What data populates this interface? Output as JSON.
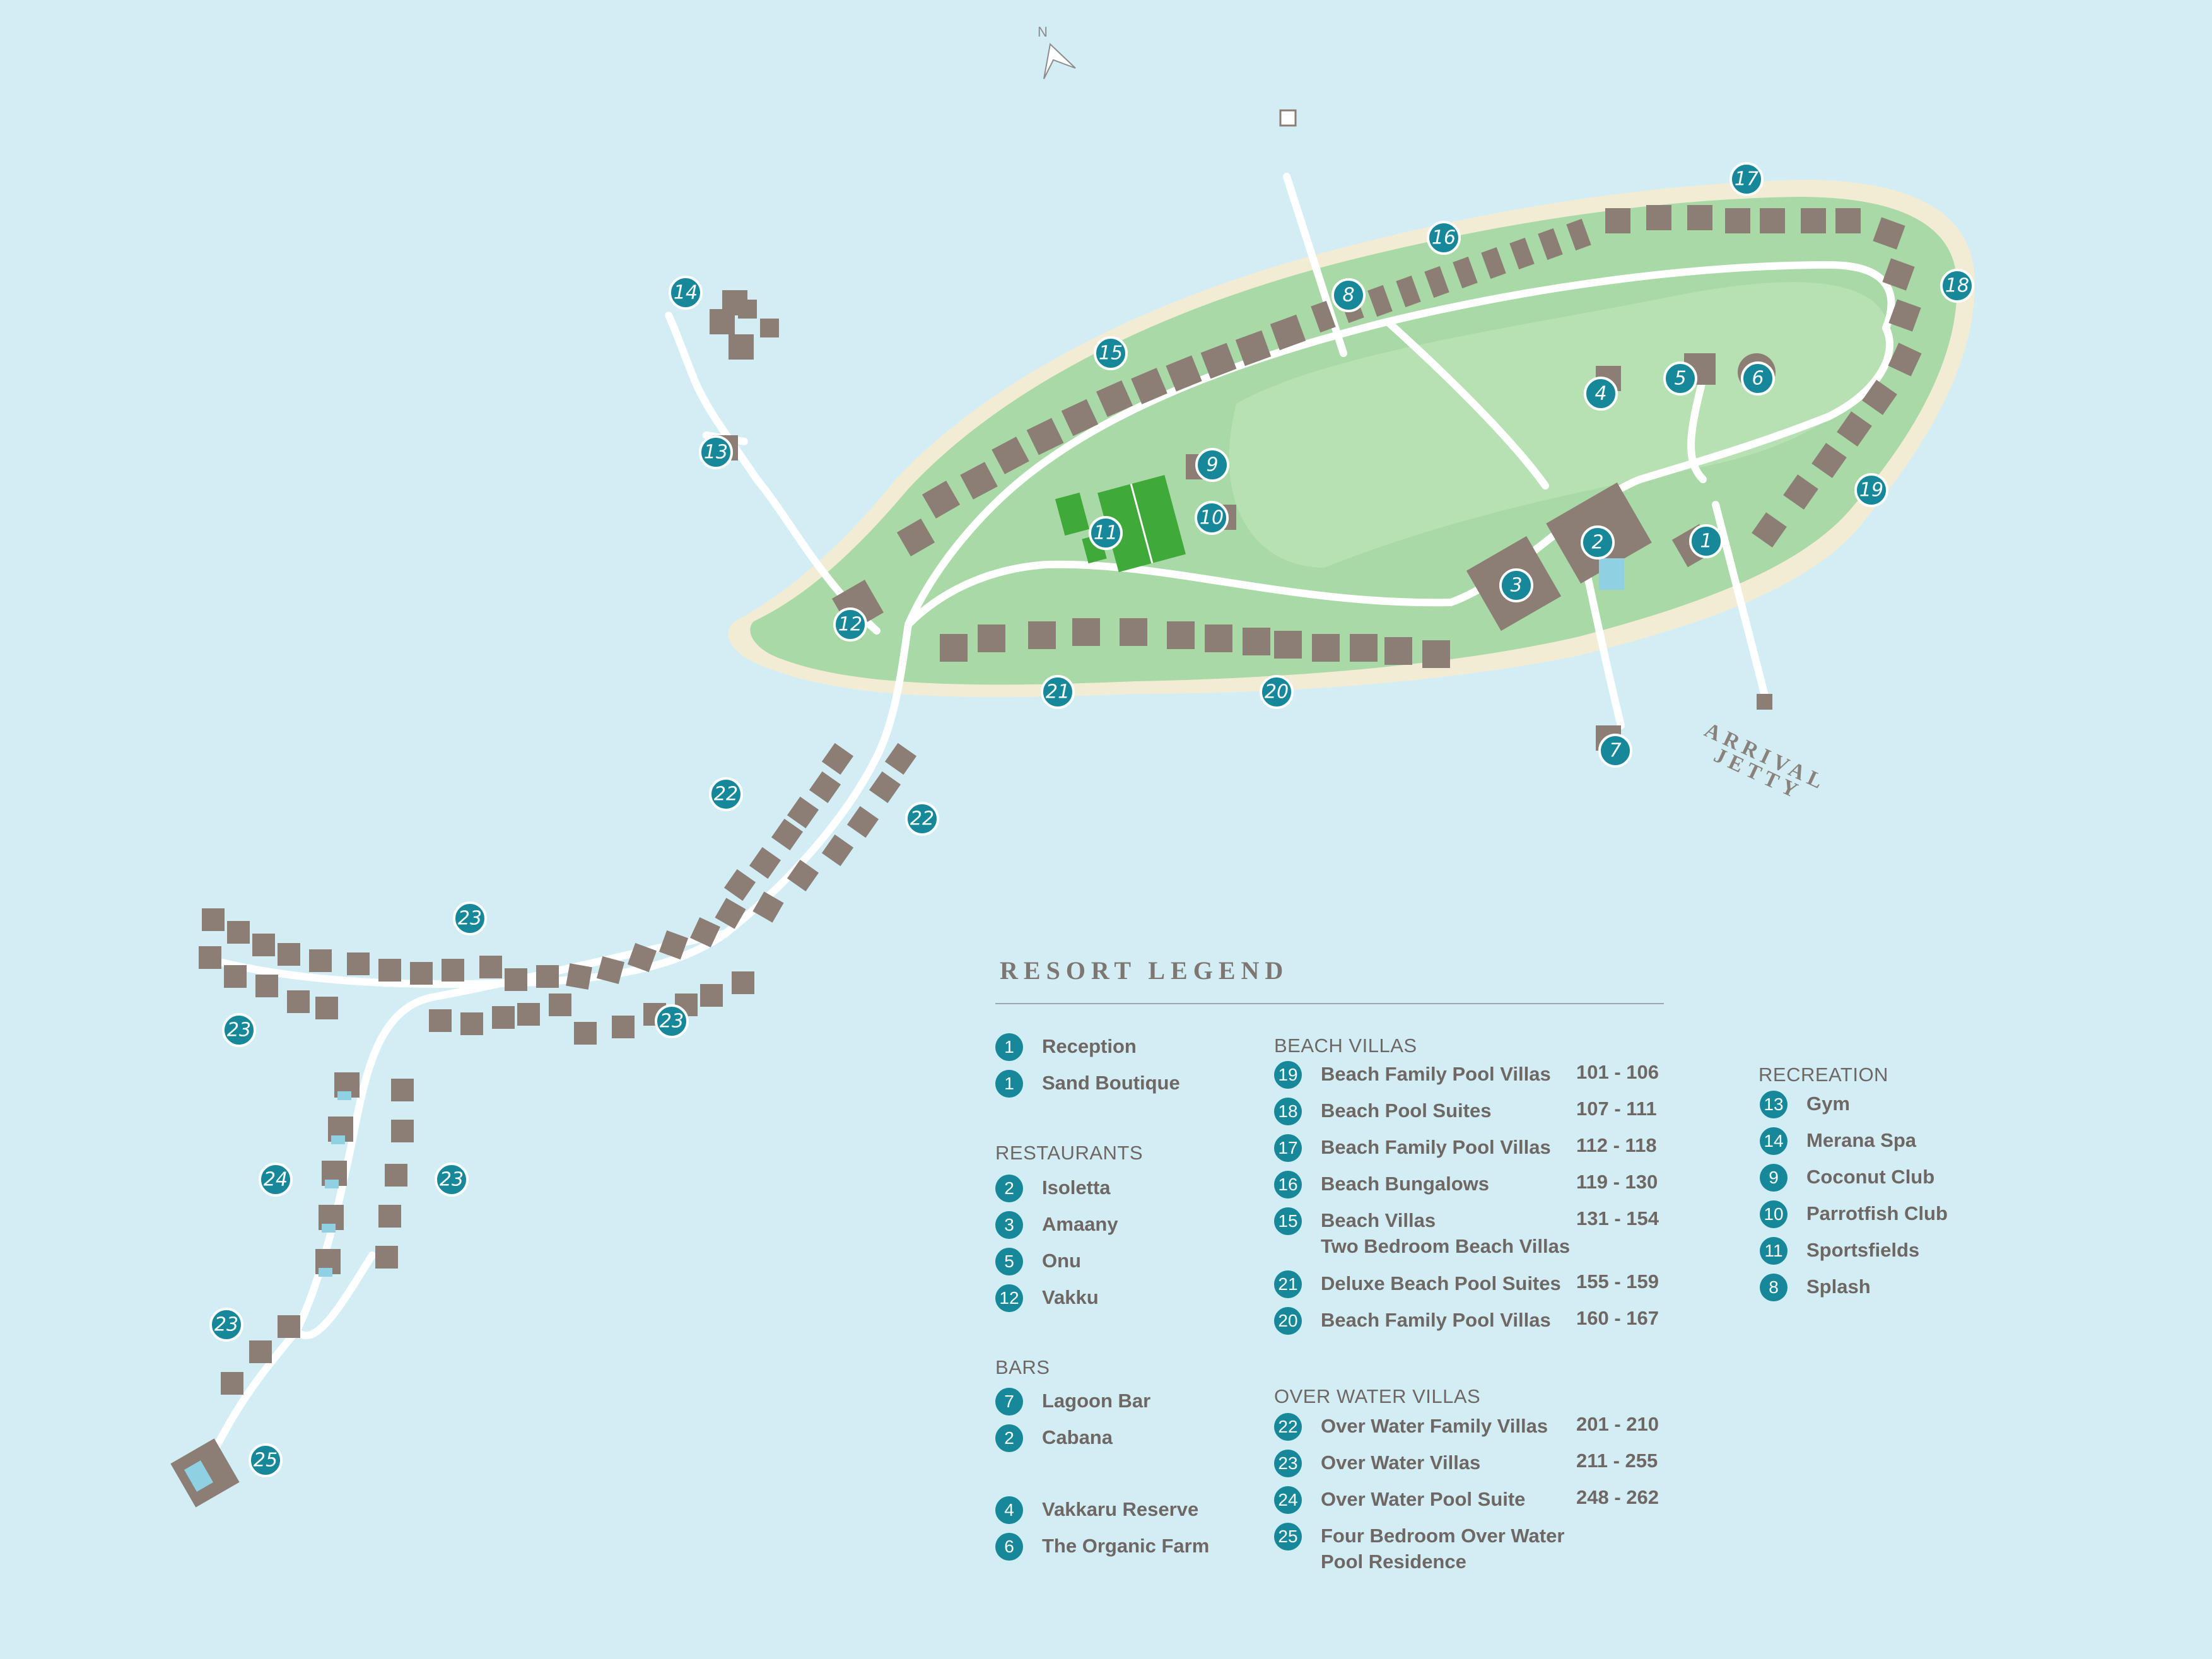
{
  "map": {
    "north_label": "N",
    "jetty_label_line1": "ARRIVAL",
    "jetty_label_line2": "JETTY",
    "colors": {
      "water": "#d3edf5",
      "island": "#a8d9a6",
      "sand": "#f3ecd5",
      "building": "#8c7e74",
      "path": "#ffffff",
      "marker": "#17889a",
      "sports": "#3fa93a"
    },
    "markers": [
      {
        "label": "1",
        "ref": "reception"
      },
      {
        "label": "2",
        "ref": "isoletta"
      },
      {
        "label": "3",
        "ref": "amaany"
      },
      {
        "label": "4",
        "ref": "vakkaru-reserve"
      },
      {
        "label": "5",
        "ref": "onu"
      },
      {
        "label": "6",
        "ref": "organic-farm"
      },
      {
        "label": "7",
        "ref": "lagoon-bar"
      },
      {
        "label": "8",
        "ref": "splash"
      },
      {
        "label": "9",
        "ref": "coconut-club"
      },
      {
        "label": "10",
        "ref": "parrotfish-club"
      },
      {
        "label": "11",
        "ref": "sportsfields"
      },
      {
        "label": "12",
        "ref": "vakku"
      },
      {
        "label": "13",
        "ref": "gym"
      },
      {
        "label": "14",
        "ref": "merana-spa"
      },
      {
        "label": "15",
        "ref": "beach-villas"
      },
      {
        "label": "16",
        "ref": "beach-bungalows"
      },
      {
        "label": "17",
        "ref": "beach-family-pool-villas-112"
      },
      {
        "label": "18",
        "ref": "beach-pool-suites"
      },
      {
        "label": "19",
        "ref": "beach-family-pool-villas-101"
      },
      {
        "label": "20",
        "ref": "beach-family-pool-villas-160"
      },
      {
        "label": "21",
        "ref": "deluxe-beach-pool-suites"
      },
      {
        "label": "22",
        "ref": "over-water-family-villas-a"
      },
      {
        "label": "22",
        "ref": "over-water-family-villas-b"
      },
      {
        "label": "23",
        "ref": "over-water-villas-a"
      },
      {
        "label": "23",
        "ref": "over-water-villas-b"
      },
      {
        "label": "23",
        "ref": "over-water-villas-c"
      },
      {
        "label": "23",
        "ref": "over-water-villas-d"
      },
      {
        "label": "23",
        "ref": "over-water-villas-e"
      },
      {
        "label": "24",
        "ref": "over-water-pool-suite"
      },
      {
        "label": "25",
        "ref": "four-bedroom-residence"
      }
    ]
  },
  "legend": {
    "title": "RESORT LEGEND",
    "general": [
      {
        "num": "1",
        "name": "Reception"
      },
      {
        "num": "1",
        "name": "Sand Boutique"
      }
    ],
    "restaurants_heading": "RESTAURANTS",
    "restaurants": [
      {
        "num": "2",
        "name": "Isoletta"
      },
      {
        "num": "3",
        "name": "Amaany"
      },
      {
        "num": "5",
        "name": "Onu"
      },
      {
        "num": "12",
        "name": "Vakku"
      }
    ],
    "bars_heading": "BARS",
    "bars": [
      {
        "num": "7",
        "name": "Lagoon Bar"
      },
      {
        "num": "2",
        "name": "Cabana"
      }
    ],
    "other": [
      {
        "num": "4",
        "name": "Vakkaru Reserve"
      },
      {
        "num": "6",
        "name": "The Organic Farm"
      }
    ],
    "beach_villas_heading": "BEACH VILLAS",
    "beach_villas": [
      {
        "num": "19",
        "name": "Beach Family Pool Villas",
        "range": "101 - 106"
      },
      {
        "num": "18",
        "name": "Beach Pool Suites",
        "range": "107 - 111"
      },
      {
        "num": "17",
        "name": "Beach Family Pool Villas",
        "range": "112 - 118"
      },
      {
        "num": "16",
        "name": "Beach Bungalows",
        "range": "119 - 130"
      },
      {
        "num": "15",
        "name": "Beach Villas",
        "name2": "Two Bedroom Beach Villas",
        "range": "131 - 154"
      },
      {
        "num": "21",
        "name": "Deluxe Beach Pool Suites",
        "range": "155 - 159"
      },
      {
        "num": "20",
        "name": "Beach Family Pool Villas",
        "range": "160 - 167"
      }
    ],
    "over_water_heading": "OVER WATER VILLAS",
    "over_water": [
      {
        "num": "22",
        "name": "Over Water Family Villas",
        "range": "201 - 210"
      },
      {
        "num": "23",
        "name": "Over Water Villas",
        "range": "211 - 255"
      },
      {
        "num": "24",
        "name": "Over Water Pool Suite",
        "range": "248 - 262"
      },
      {
        "num": "25",
        "name": "Four Bedroom Over Water",
        "name2": "Pool Residence",
        "range": ""
      }
    ],
    "recreation_heading": "RECREATION",
    "recreation": [
      {
        "num": "13",
        "name": "Gym"
      },
      {
        "num": "14",
        "name": "Merana Spa"
      },
      {
        "num": "9",
        "name": "Coconut Club"
      },
      {
        "num": "10",
        "name": "Parrotfish Club"
      },
      {
        "num": "11",
        "name": "Sportsfields"
      },
      {
        "num": "8",
        "name": "Splash"
      }
    ]
  }
}
